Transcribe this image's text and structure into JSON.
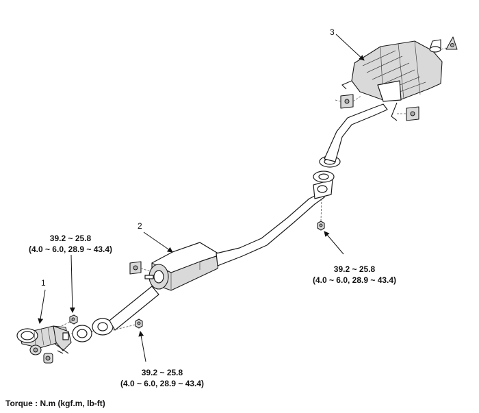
{
  "parts": [
    {
      "id": "1",
      "label": "1"
    },
    {
      "id": "2",
      "label": "2"
    },
    {
      "id": "3",
      "label": "3"
    }
  ],
  "torque_specs": [
    {
      "line1": "39.2 ~ 25.8",
      "line2": "(4.0 ~ 6.0, 28.9 ~ 43.4)"
    },
    {
      "line1": "39.2 ~ 25.8",
      "line2": "(4.0 ~ 6.0, 28.9 ~ 43.4)"
    },
    {
      "line1": "39.2 ~ 25.8",
      "line2": "(4.0 ~ 6.0, 28.9 ~ 43.4)"
    }
  ],
  "footer": {
    "torque_unit": "Torque : N.m (kgf.m, lb-ft)"
  }
}
